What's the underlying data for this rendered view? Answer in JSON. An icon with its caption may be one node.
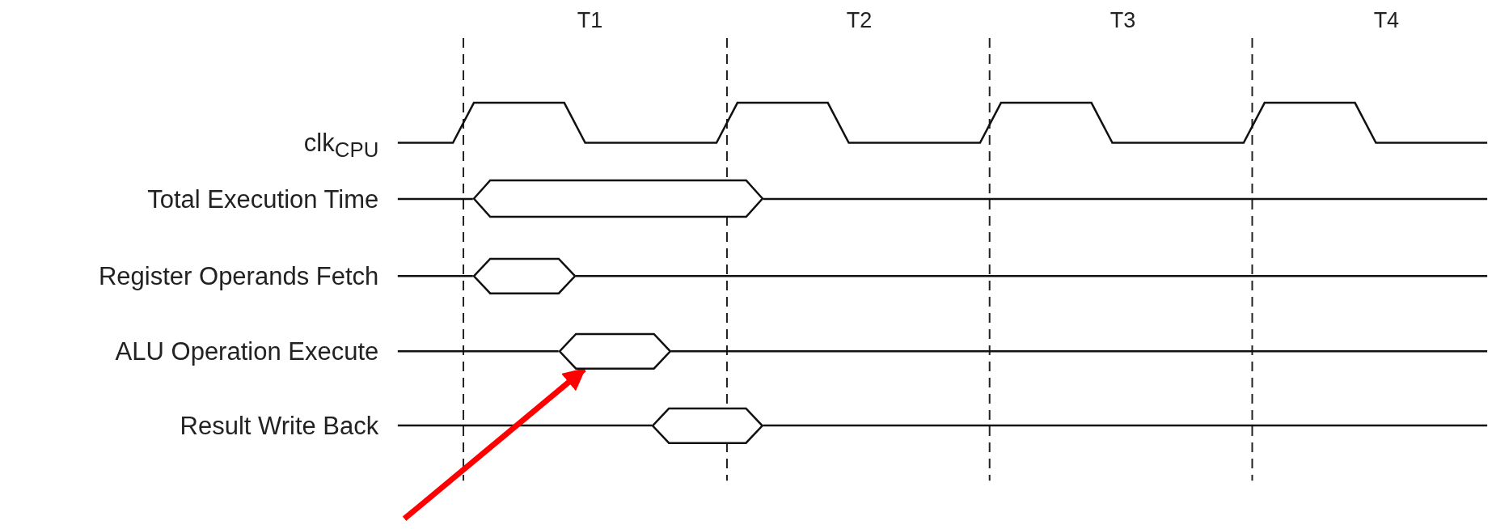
{
  "diagram": {
    "nodes": [
      {
        "text": [
          "Total Execution Time"
        ]
      },
      {
        "text": [],
        "shape": "hexagon"
      },
      {
        "text": [
          "Register Operands Fetch"
        ]
      },
      {
        "text": [],
        "shape": "hexagon"
      },
      {
        "text": [
          "ALU Operation Execute"
        ]
      },
      {
        "text": [],
        "shape": "hexagon"
      },
      {
        "text": [
          "Result Write Back"
        ]
      },
      {
        "text": [],
        "shape": "hexagon"
      }
    ],
    "edges": [
      {
        "from": 0,
        "to": 1,
        "arrow": "none"
      },
      {
        "from": 2,
        "to": 3,
        "arrow": "none"
      },
      {
        "from": 4,
        "to": 5,
        "arrow": "none"
      },
      {
        "from": 6,
        "to": 7,
        "arrow": "none"
      },
      {
        "from": null,
        "to": 5,
        "arrow": "to",
        "style": "thick",
        "color": "#ff0000"
      }
    ],
    "labels": [
      "T1",
      "T2",
      "T3",
      "T4",
      "clk$_{CPU}$"
    ]
  }
}
